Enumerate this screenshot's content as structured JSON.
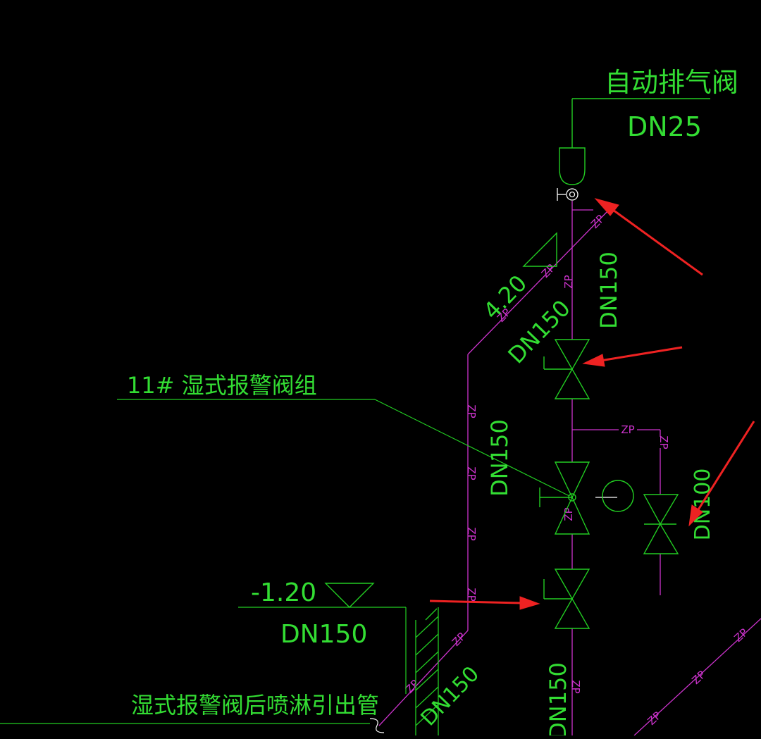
{
  "colors": {
    "background": "#000000",
    "label_green": "#33dd33",
    "pipe_magenta": "#cc33cc",
    "leader_green": "#22cc22",
    "arrow_red": "#ee2222",
    "marker_white": "#ffffff"
  },
  "labels": {
    "auto_air_valve": "自动排气阀",
    "dn25": "DN25",
    "elev_top": "4.20",
    "dn150_diag": "DN150",
    "dn150_riser_right": "DN150",
    "alarm_group": "11# 湿式报警阀组",
    "dn150_riser_left": "DN150",
    "dn100": "DN100",
    "elev_bottom": "-1.20",
    "dn150_bottom": "DN150",
    "dn150_bottom_riser": "DN150",
    "dn150_bottom_slant": "DN150",
    "outlet_pipe": "湿式报警阀后喷淋引出管",
    "pipe_code": "ZP"
  },
  "icons": [
    "auto-air-valve-icon",
    "gate-valve-icon",
    "alarm-valve-icon",
    "pressure-gauge-icon",
    "elevation-triangle-icon",
    "red-arrow-icon"
  ]
}
